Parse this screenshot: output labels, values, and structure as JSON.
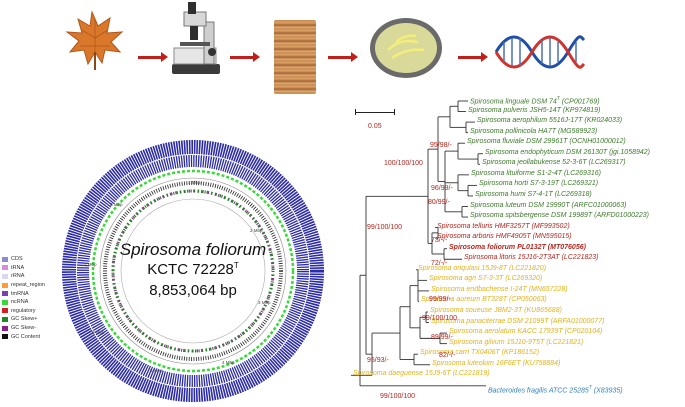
{
  "genome": {
    "species": "Spirosoma foliorum",
    "strain": "KCTC 72228",
    "strain_sup": "T",
    "size": "8,853,064 bp",
    "ring_labels": [
      "1 Mbp",
      "2 Mbp",
      "3 Mbp",
      "4 Mbp",
      "5 Mbp",
      "6 Mbp",
      "7 Mbp",
      "8 Mbp"
    ]
  },
  "legend": [
    {
      "label": "CDS",
      "color": "#8e89d6"
    },
    {
      "label": "tRNA",
      "color": "#d98ad9"
    },
    {
      "label": "rRNA",
      "color": "#d9d9f0"
    },
    {
      "label": "repeat_region",
      "color": "#ff9c36"
    },
    {
      "label": "tmRNA",
      "color": "#7a3fb0"
    },
    {
      "label": "ncRNA",
      "color": "#39d839"
    },
    {
      "label": "regulatory",
      "color": "#d42020"
    },
    {
      "label": "GC Skew+",
      "color": "#208a20"
    },
    {
      "label": "GC Skew-",
      "color": "#8a208a"
    },
    {
      "label": "GC Content",
      "color": "#111111"
    }
  ],
  "scale_bar": "0.05",
  "taxa": [
    {
      "name": "Spirosoma linguale",
      "rest": "DSM 74",
      "sup": "T",
      "acc": "(CP001769)",
      "color": "#3c7a2a"
    },
    {
      "name": "Spirosoma pulveris",
      "rest": "JSH5-14T",
      "sup": "",
      "acc": "(KP974819)",
      "color": "#3c7a2a"
    },
    {
      "name": "Spirosoma aerophilum",
      "rest": "5516J-17T",
      "sup": "",
      "acc": "(KR024033)",
      "color": "#3c7a2a"
    },
    {
      "name": "Spirosoma pollinicola",
      "rest": "HA7T",
      "sup": "",
      "acc": "(MG589923)",
      "color": "#3c7a2a"
    },
    {
      "name": "Spirosoma fluviale",
      "rest": "DSM 29961T",
      "sup": "",
      "acc": "(OCNH01000012)",
      "color": "#3c7a2a"
    },
    {
      "name": "Spirosoma endophyticum",
      "rest": "DSM 26130T",
      "sup": "",
      "acc": "(jgi.1058942)",
      "color": "#3c7a2a"
    },
    {
      "name": "Spirosoma jeollabukense",
      "rest": "52-3-6T",
      "sup": "",
      "acc": "(LC269317)",
      "color": "#3c7a2a"
    },
    {
      "name": "Spirosoma lituiforme",
      "rest": "S1-2-4T",
      "sup": "",
      "acc": "(LC269316)",
      "color": "#3c7a2a"
    },
    {
      "name": "Spirosoma horti",
      "rest": "S7-3-19T",
      "sup": "",
      "acc": "(LC269321)",
      "color": "#3c7a2a"
    },
    {
      "name": "Spirosoma humi",
      "rest": "S7-4-1T",
      "sup": "",
      "acc": "(LC269318)",
      "color": "#3c7a2a"
    },
    {
      "name": "Spirosoma luteum",
      "rest": "DSM 19990T",
      "sup": "",
      "acc": "(ARFC01000063)",
      "color": "#3c7a2a"
    },
    {
      "name": "Spirosoma spitsbergense",
      "rest": "DSM 19989T",
      "sup": "",
      "acc": "(ARFD01000223)",
      "color": "#3c7a2a"
    },
    {
      "name": "Spirosoma telluris",
      "rest": "HMF3257T",
      "sup": "",
      "acc": "(MF993502)",
      "color": "#b3261e"
    },
    {
      "name": "Spirosoma arboris",
      "rest": "HMF4905T",
      "sup": "",
      "acc": "(MN595015)",
      "color": "#b3261e"
    },
    {
      "name": "Spirosoma foliorum",
      "rest": "PL0132T",
      "sup": "",
      "acc": "(MT076056)",
      "color": "#b3261e",
      "bold": true
    },
    {
      "name": "Spirosoma litoris",
      "rest": "15J16-2T3AT",
      "sup": "",
      "acc": "(LC221823)",
      "color": "#b3261e"
    },
    {
      "name": "Spirosoma oriqulasi",
      "rest": "15J9-8T",
      "sup": "",
      "acc": "(LC221820)",
      "color": "#e3b21b"
    },
    {
      "name": "Spirosoma agri",
      "rest": "S7-3-3T",
      "sup": "",
      "acc": "(LC269320)",
      "color": "#e3b21b"
    },
    {
      "name": "Spirosoma endbachense",
      "rest": "I-24T",
      "sup": "",
      "acc": "(MN657228)",
      "color": "#e3b21b"
    },
    {
      "name": "Spirosoma aureum",
      "rest": "BT328T",
      "sup": "",
      "acc": "(CP050063)",
      "color": "#e3b21b"
    },
    {
      "name": "Spirosoma soueuse",
      "rest": "JBM2-3T",
      "sup": "",
      "acc": "(KU865688)",
      "color": "#e3b21b"
    },
    {
      "name": "Spirosoma panaciterrae",
      "rest": "DSM 21099T",
      "sup": "",
      "acc": "(ARFA01000077)",
      "color": "#e3b21b"
    },
    {
      "name": "Spirosoma aerolatum",
      "rest": "KACC 17939T",
      "sup": "",
      "acc": "(CP020104)",
      "color": "#e3b21b"
    },
    {
      "name": "Spirosoma gilvum",
      "rest": "15J10-9T5T",
      "sup": "",
      "acc": "(LC221821)",
      "color": "#e3b21b"
    },
    {
      "name": "Spirosoma carri",
      "rest": "TX0406T",
      "sup": "",
      "acc": "(KP186152)",
      "color": "#e3b21b"
    },
    {
      "name": "Spirosoma luteolum",
      "rest": "16F6ET",
      "sup": "",
      "acc": "(KU758884)",
      "color": "#e3b21b"
    },
    {
      "name": "Spirosoma daeguense",
      "rest": "15J9-6T",
      "sup": "",
      "acc": "(LC221819)",
      "color": "#e3b21b"
    },
    {
      "name": "Bacteroides fragilis",
      "rest": "ATCC 25285",
      "sup": "T",
      "acc": "(X83935)",
      "color": "#2f7fc0"
    }
  ],
  "bootstrap": [
    "100/100/100",
    "95/98/-",
    "96/99/-",
    "80/99/-",
    "99/100/100",
    "73/-/-",
    "72/-/-",
    "99/99/-",
    "99/100/100",
    "89/99/-",
    "82/-/-",
    "95/93/-",
    "99/100/100"
  ]
}
